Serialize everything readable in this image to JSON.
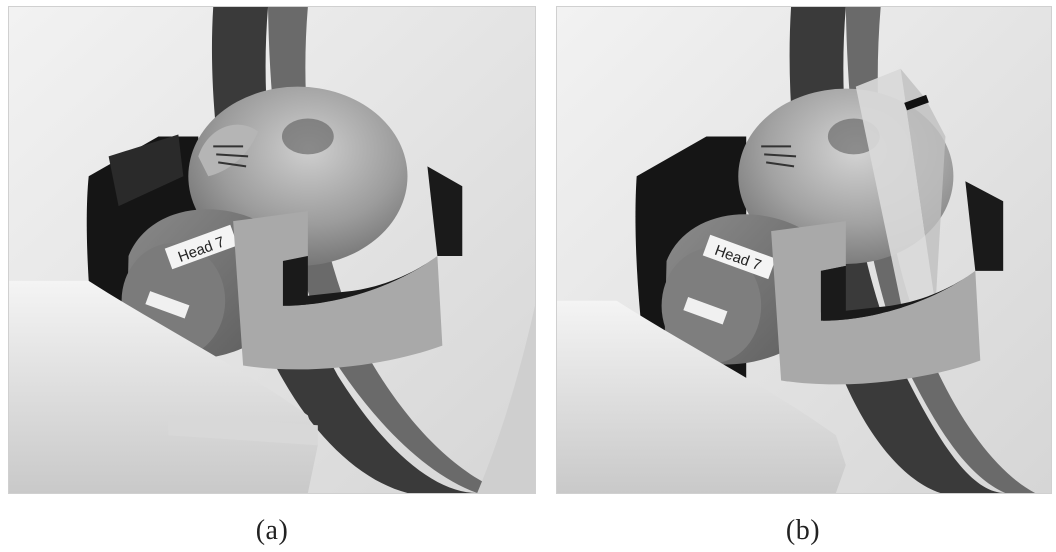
{
  "panels": [
    {
      "caption": "(a)",
      "phantom_label": "Head 7"
    },
    {
      "caption": "(b)",
      "phantom_label": "Head 7"
    }
  ]
}
